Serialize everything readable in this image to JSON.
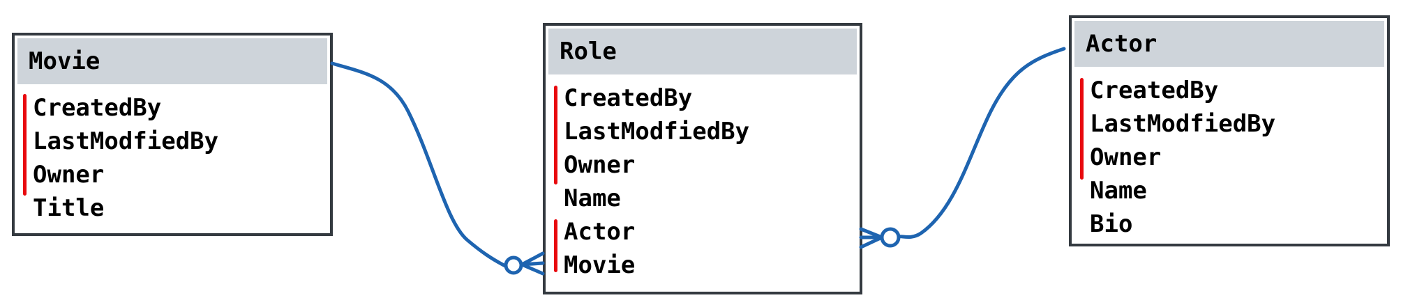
{
  "diagram": {
    "type": "entity-relationship",
    "colors": {
      "header_fill": "#ced4da",
      "border": "#343a40",
      "link": "#1e64b0",
      "marker": "#e8090e"
    },
    "entities": [
      {
        "name": "Movie",
        "fields": [
          "CreatedBy",
          "LastModfiedBy",
          "Owner",
          "Title"
        ],
        "marked_fields": [
          "CreatedBy",
          "LastModfiedBy",
          "Owner"
        ]
      },
      {
        "name": "Role",
        "fields": [
          "CreatedBy",
          "LastModfiedBy",
          "Owner",
          "Name",
          "Actor",
          "Movie"
        ],
        "marked_fields": [
          "CreatedBy",
          "LastModfiedBy",
          "Owner",
          "Actor",
          "Movie"
        ]
      },
      {
        "name": "Actor",
        "fields": [
          "CreatedBy",
          "LastModfiedBy",
          "Owner",
          "Name",
          "Bio"
        ],
        "marked_fields": [
          "CreatedBy",
          "LastModfiedBy",
          "Owner"
        ]
      }
    ],
    "relationships": [
      {
        "from": "Movie",
        "to": "Role",
        "from_cardinality": "one",
        "to_cardinality": "zero-or-many"
      },
      {
        "from": "Actor",
        "to": "Role",
        "from_cardinality": "one",
        "to_cardinality": "zero-or-many"
      }
    ]
  }
}
